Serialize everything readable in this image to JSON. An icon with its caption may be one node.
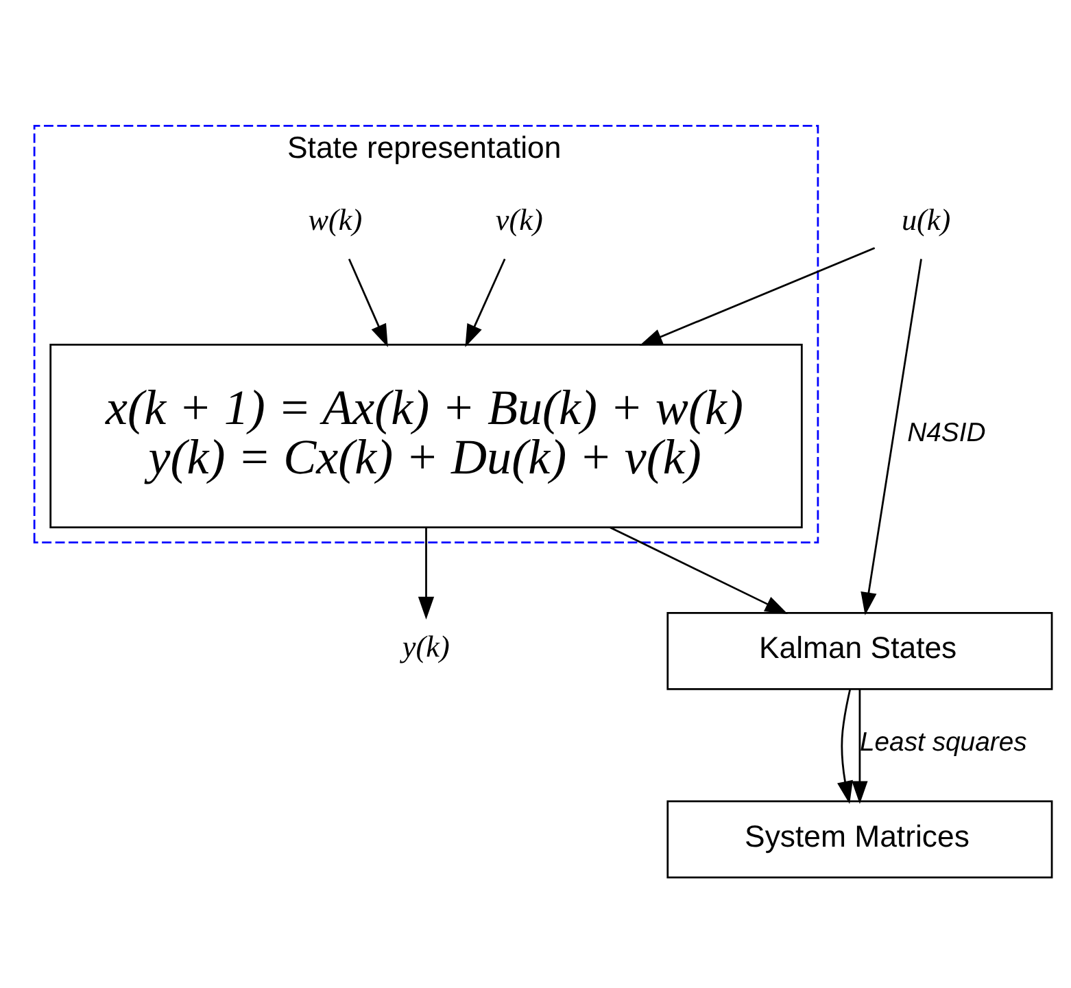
{
  "diagram": {
    "nodes": [
      {
        "text": [
          "State representation"
        ]
      },
      {
        "text": [
          "v(k)"
        ],
        "in": 0
      },
      {
        "text": [
          "w(k)"
        ],
        "in": 0
      },
      {
        "text": [
          "x(k + 1) = Ax(k) + Bu(k) + w(k)",
          "y(k) = Cx(k) + Du(k) + v(k)"
        ],
        "in": 0
      },
      {
        "text": [
          "u(k)"
        ]
      },
      {
        "text": [
          "y(k)"
        ]
      },
      {
        "text": [
          "Kalman States"
        ]
      },
      {
        "text": [
          "System Matrices"
        ]
      }
    ],
    "edges": [
      {
        "from": 1,
        "to": 3,
        "arrow": "to"
      },
      {
        "from": 2,
        "to": 3,
        "arrow": "to"
      },
      {
        "from": 4,
        "to": 3,
        "arrow": "to"
      },
      {
        "from": 3,
        "to": 5,
        "arrow": "to"
      },
      {
        "from": 4,
        "to": 6,
        "arrow": "to",
        "label": "N4SID"
      },
      {
        "from": 3,
        "to": 6,
        "arrow": "to"
      },
      {
        "from": 6,
        "to": 7,
        "arrow": "to"
      },
      {
        "from": 6,
        "to": 7,
        "arrow": "to",
        "label": "Least squares"
      }
    ]
  }
}
